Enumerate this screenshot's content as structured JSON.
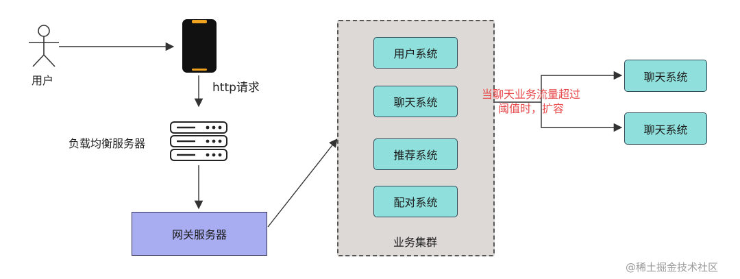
{
  "nodes": {
    "user": "用户",
    "http_request": "http请求",
    "load_balancer": "负载均衡服务器",
    "gateway": "网关服务器",
    "cluster_label": "业务集群",
    "services": [
      "用户系统",
      "聊天系统",
      "推荐系统",
      "配对系统"
    ],
    "scaled_chat": [
      "聊天系统",
      "聊天系统"
    ]
  },
  "annotation": {
    "line1": "当聊天业务流量超过",
    "line2": "阈值时，扩容",
    "color": "#e8484a"
  },
  "watermark": "@稀土掘金技术社区",
  "colors": {
    "service_fill": "#8fe0dc",
    "gateway_fill": "#a8acf0",
    "cluster_fill": "#dcd9d6"
  }
}
